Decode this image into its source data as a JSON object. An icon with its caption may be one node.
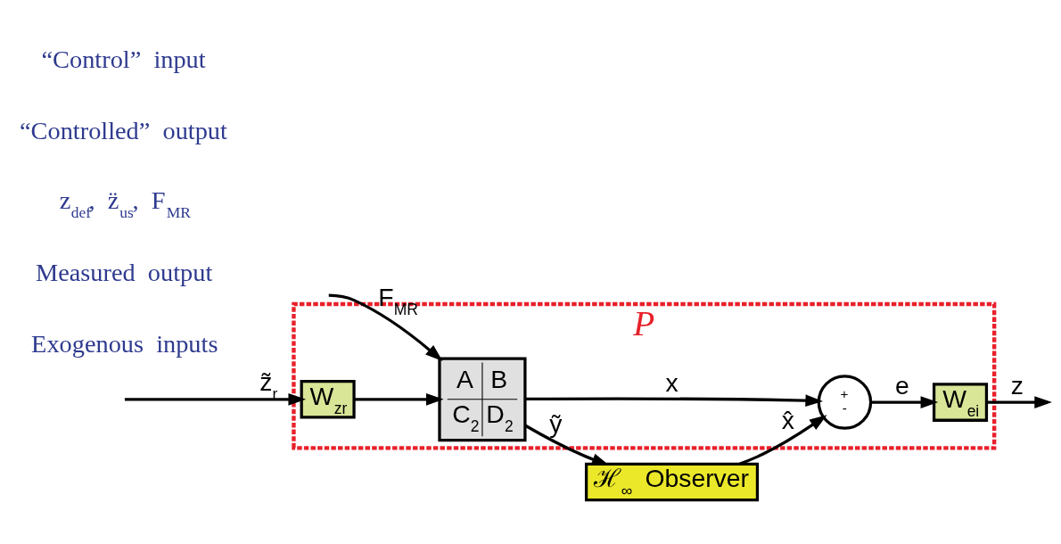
{
  "diagram": {
    "nodes": [
      {
        "text": [
          "P"
        ]
      },
      {
        "text": [
          "W$_{zr}$"
        ],
        "in": 0
      },
      {
        "text": [
          "A",
          "B",
          "C$_{2}$",
          "D$_{2}$"
        ],
        "in": 0
      },
      {
        "text": [
          "+",
          "-"
        ],
        "in": 0
      },
      {
        "text": [
          "W$_{ei}$"
        ],
        "in": 0
      },
      {
        "text": [
          "ℋ$_{∞}$ Observer"
        ]
      }
    ],
    "edges": [
      {
        "from": null,
        "to": 1,
        "arrow": "to",
        "label": "z̃$_{r}$"
      },
      {
        "from": 1,
        "to": 2,
        "arrow": "to"
      },
      {
        "from": null,
        "to": 2,
        "arrow": "to",
        "label": "F$_{MR}$"
      },
      {
        "from": 2,
        "to": 3,
        "arrow": "to",
        "label": "x"
      },
      {
        "from": 3,
        "to": 4,
        "arrow": "to",
        "label": "e"
      },
      {
        "from": 4,
        "to": null,
        "arrow": "to",
        "label": "z"
      },
      {
        "from": 2,
        "to": 5,
        "arrow": "to",
        "label": "ỹ"
      },
      {
        "from": 5,
        "to": 3,
        "arrow": "to",
        "label": "x̂"
      }
    ],
    "labels": [
      "Exogenous inputs",
      "Measured output",
      "z$_{def}$, z̈$_{us}$, F$_{MR}$",
      "“Controlled” output",
      "“Control” input"
    ]
  }
}
